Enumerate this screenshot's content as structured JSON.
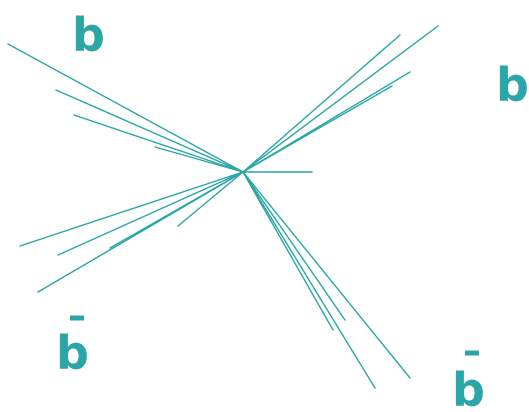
{
  "colors": {
    "accent": "#2aa6a6",
    "background": "#ffffff"
  },
  "jets": [
    {
      "label": "b",
      "antiparticle": false
    },
    {
      "label": "b",
      "antiparticle": false
    },
    {
      "label": "b",
      "antiparticle": true
    },
    {
      "label": "b",
      "antiparticle": true
    }
  ]
}
